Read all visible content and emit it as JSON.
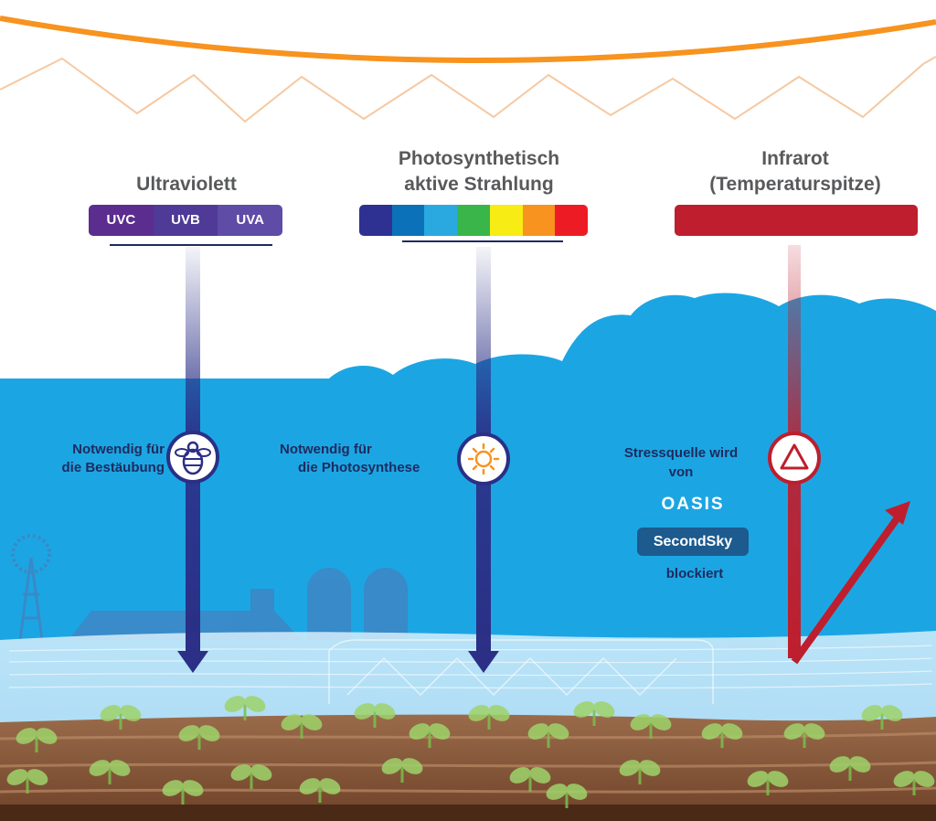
{
  "headings": {
    "uv": "Ultraviolett",
    "par_line1": "Photosynthetisch",
    "par_line2": "aktive Strahlung",
    "ir_line1": "Infrarot",
    "ir_line2": "(Temperaturspitze)"
  },
  "uv_bands": [
    "UVC",
    "UVB",
    "UVA"
  ],
  "uv_band_colors": [
    "#5b2d8e",
    "#4f3a97",
    "#5e4ca6"
  ],
  "par_spectrum_colors": [
    "#2e3192",
    "#0b72b9",
    "#29a9e0",
    "#39b54a",
    "#f7ec13",
    "#f7931e",
    "#ed1c24"
  ],
  "ir_band_color": "#be1e2d",
  "notes": {
    "uv_line1": "Notwendig für",
    "uv_line2": "die Bestäubung",
    "par_line1": "Notwendig für",
    "par_line2": "die Photosynthese",
    "ir_line1": "Stressquelle wird",
    "ir_line2": "von",
    "ir_line3": "blockiert"
  },
  "logos": {
    "oasis": "OASIS",
    "secondsky": "SecondSky"
  },
  "icons": [
    "bee-icon",
    "sun-icon",
    "warning-triangle-icon"
  ],
  "colors": {
    "sky": "#1ba6e3",
    "arrow_blue": "#2b2f86",
    "arrow_red": "#be1e2d",
    "sun_orange": "#f7931e",
    "soil": "#8b5a3c",
    "plants": "#9ed36a"
  }
}
